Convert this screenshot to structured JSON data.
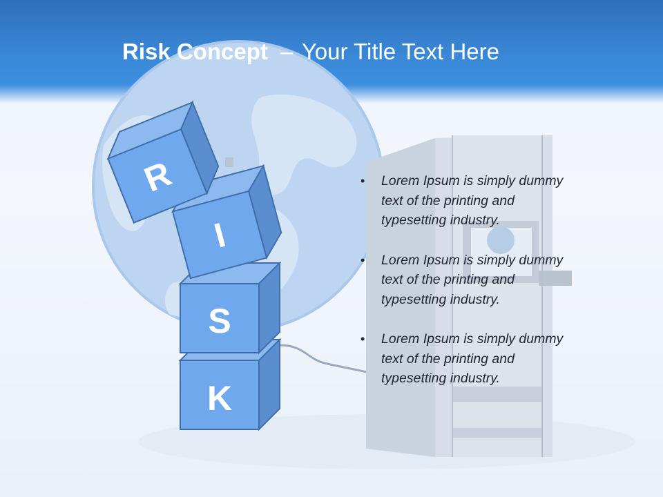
{
  "header": {
    "title_bold": "Risk Concept",
    "title_separator": "–",
    "title_rest": "Your Title Text Here"
  },
  "blocks": {
    "letters": [
      "R",
      "I",
      "S",
      "K"
    ],
    "front_color": "#6fa8ec",
    "side_color": "#5b8ed0",
    "top_color": "#8bb9f0",
    "edge_color": "#3f6fa8"
  },
  "content": {
    "bullets": [
      {
        "marker": "•",
        "text": "Lorem Ipsum is simply dummy text of the printing and typesetting industry."
      },
      {
        "marker": "•",
        "text": "Lorem Ipsum is simply dummy text of the printing and typesetting industry."
      },
      {
        "marker": "•",
        "text": "Lorem Ipsum is simply dummy text of the printing and typesetting industry."
      }
    ]
  },
  "colors": {
    "title_bar": "#3a88d8",
    "globe": "#a9c8ec",
    "atm": "#c9d3de"
  }
}
